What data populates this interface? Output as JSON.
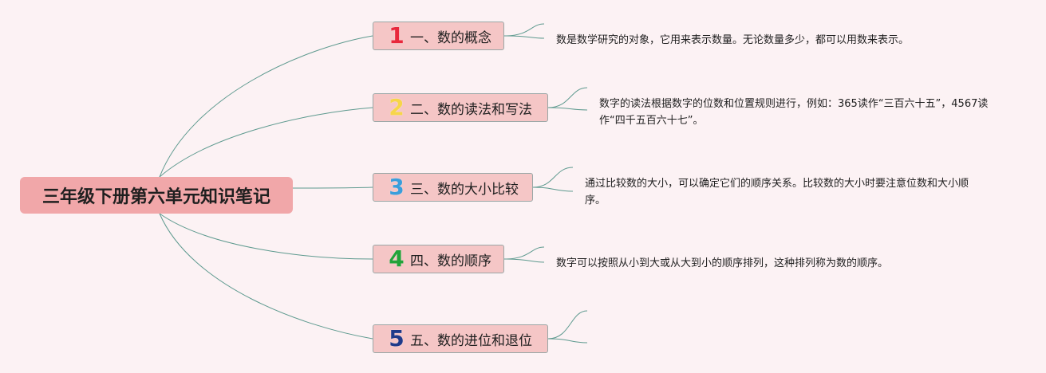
{
  "root": {
    "title": "三年级下册第六单元知识笔记"
  },
  "branches": [
    {
      "number": "1",
      "color": "#e8283c",
      "label": "一、数的概念",
      "note": "数是数学研究的对象，它用来表示数量。无论数量多少，都可以用数来表示。"
    },
    {
      "number": "2",
      "color": "#f7d54a",
      "label": "二、数的读法和写法",
      "note": "数字的读法根据数字的位数和位置规则进行，例如：365读作“三百六十五”，4567读作“四千五百六十七”。"
    },
    {
      "number": "3",
      "color": "#3b9edb",
      "label": "三、数的大小比较",
      "note": "通过比较数的大小，可以确定它们的顺序关系。比较数的大小时要注意位数和大小顺序。"
    },
    {
      "number": "4",
      "color": "#22a33a",
      "label": "四、数的顺序",
      "note": "数字可以按照从小到大或从大到小的顺序排列，这种排列称为数的顺序。"
    },
    {
      "number": "5",
      "color": "#1f3a8a",
      "label": "五、数的进位和退位",
      "note": ""
    }
  ]
}
